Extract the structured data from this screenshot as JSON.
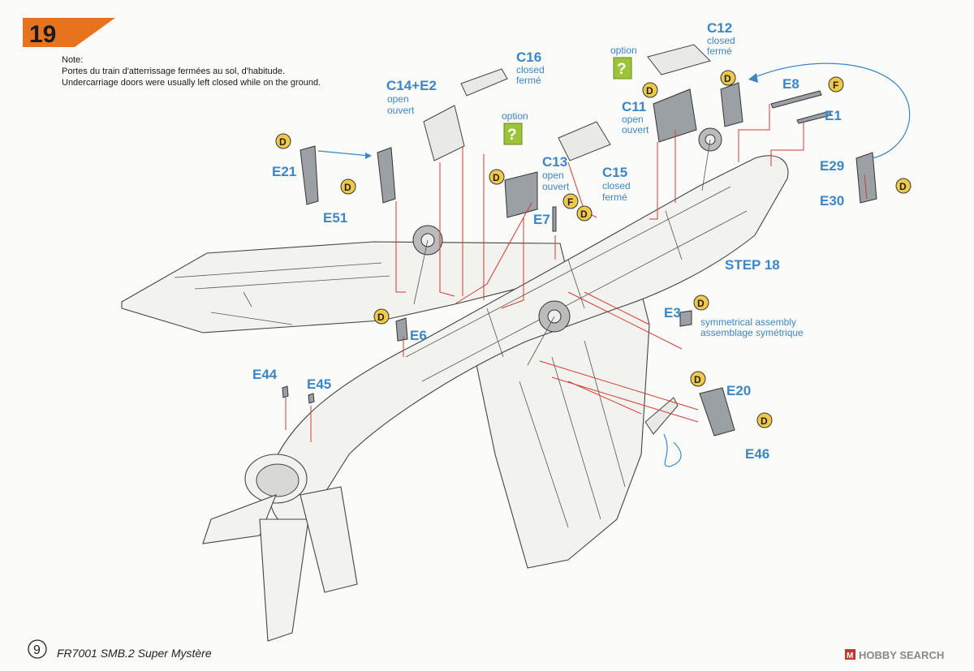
{
  "step": {
    "number": "19"
  },
  "note": {
    "line1": "Note:",
    "line2": "Portes du train d'atterrissage fermées au sol, d'habitude.",
    "line3": "Undercarriage doors were usually left closed while on the ground."
  },
  "parts": {
    "C16": {
      "id": "C16",
      "state1": "closed",
      "state2": "fermé"
    },
    "C14E2": {
      "id": "C14+E2",
      "state1": "open",
      "state2": "ouvert"
    },
    "C12": {
      "id": "C12",
      "state1": "closed",
      "state2": "fermé"
    },
    "C11": {
      "id": "C11",
      "state1": "open",
      "state2": "ouvert"
    },
    "C13": {
      "id": "C13",
      "state1": "open",
      "state2": "ouvert"
    },
    "C15": {
      "id": "C15",
      "state1": "closed",
      "state2": "fermé"
    },
    "E8": {
      "id": "E8"
    },
    "E1": {
      "id": "E1"
    },
    "E21": {
      "id": "E21"
    },
    "E51": {
      "id": "E51"
    },
    "E7": {
      "id": "E7"
    },
    "E29": {
      "id": "E29"
    },
    "E30": {
      "id": "E30"
    },
    "E3": {
      "id": "E3"
    },
    "E6": {
      "id": "E6"
    },
    "E44": {
      "id": "E44"
    },
    "E45": {
      "id": "E45"
    },
    "E20": {
      "id": "E20"
    },
    "E46": {
      "id": "E46"
    }
  },
  "option": {
    "label": "option",
    "mark": "?"
  },
  "markers": {
    "D": "D",
    "F": "F"
  },
  "step_ref": "STEP 18",
  "symmetry": {
    "line1": "symmetrical assembly",
    "line2": "assemblage symétrique"
  },
  "footer": {
    "page_number": "9",
    "product": "FR7001 SMB.2 Super Mystère"
  },
  "watermark": {
    "brand": "HOBBY SEARCH",
    "symbol": "M"
  },
  "colors": {
    "label_blue": "#3b86c8",
    "step_orange": "#e8731f",
    "option_green": "#9cc43a",
    "pointer_red": "#d63a2f",
    "marker_yellow": "#f0c84a"
  }
}
